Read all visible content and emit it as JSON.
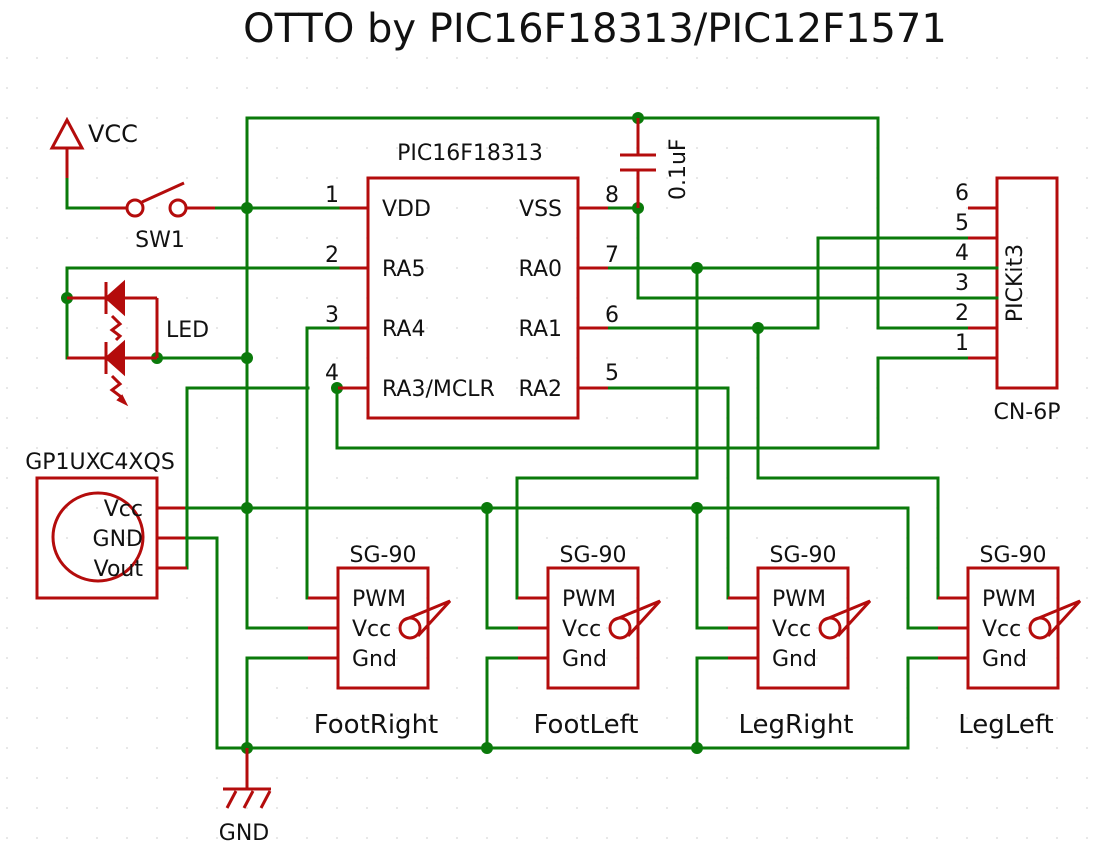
{
  "title": "OTTO by PIC16F18313/PIC12F1571",
  "power": {
    "vcc_label": "VCC",
    "gnd_label": "GND"
  },
  "switch": {
    "ref": "SW1"
  },
  "led": {
    "ref": "LED"
  },
  "capacitor": {
    "value": "0.1uF"
  },
  "mcu": {
    "part": "PIC16F18313",
    "left_pins": [
      {
        "num": "1",
        "name": "VDD"
      },
      {
        "num": "2",
        "name": "RA5"
      },
      {
        "num": "3",
        "name": "RA4"
      },
      {
        "num": "4",
        "name": "RA3/MCLR"
      }
    ],
    "right_pins": [
      {
        "num": "8",
        "name": "VSS"
      },
      {
        "num": "7",
        "name": "RA0"
      },
      {
        "num": "6",
        "name": "RA1"
      },
      {
        "num": "5",
        "name": "RA2"
      }
    ]
  },
  "connector": {
    "name": "PICKit3",
    "ref": "CN-6P",
    "pins": [
      "6",
      "5",
      "4",
      "3",
      "2",
      "1"
    ]
  },
  "sensor": {
    "part": "GP1UXC4XQS",
    "pins": [
      "Vcc",
      "GND",
      "Vout"
    ]
  },
  "servos": [
    {
      "part": "SG-90",
      "name": "FootRight",
      "pins": [
        "PWM",
        "Vcc",
        "Gnd"
      ]
    },
    {
      "part": "SG-90",
      "name": "FootLeft",
      "pins": [
        "PWM",
        "Vcc",
        "Gnd"
      ]
    },
    {
      "part": "SG-90",
      "name": "LegRight",
      "pins": [
        "PWM",
        "Vcc",
        "Gnd"
      ]
    },
    {
      "part": "SG-90",
      "name": "LegLeft",
      "pins": [
        "PWM",
        "Vcc",
        "Gnd"
      ]
    }
  ]
}
